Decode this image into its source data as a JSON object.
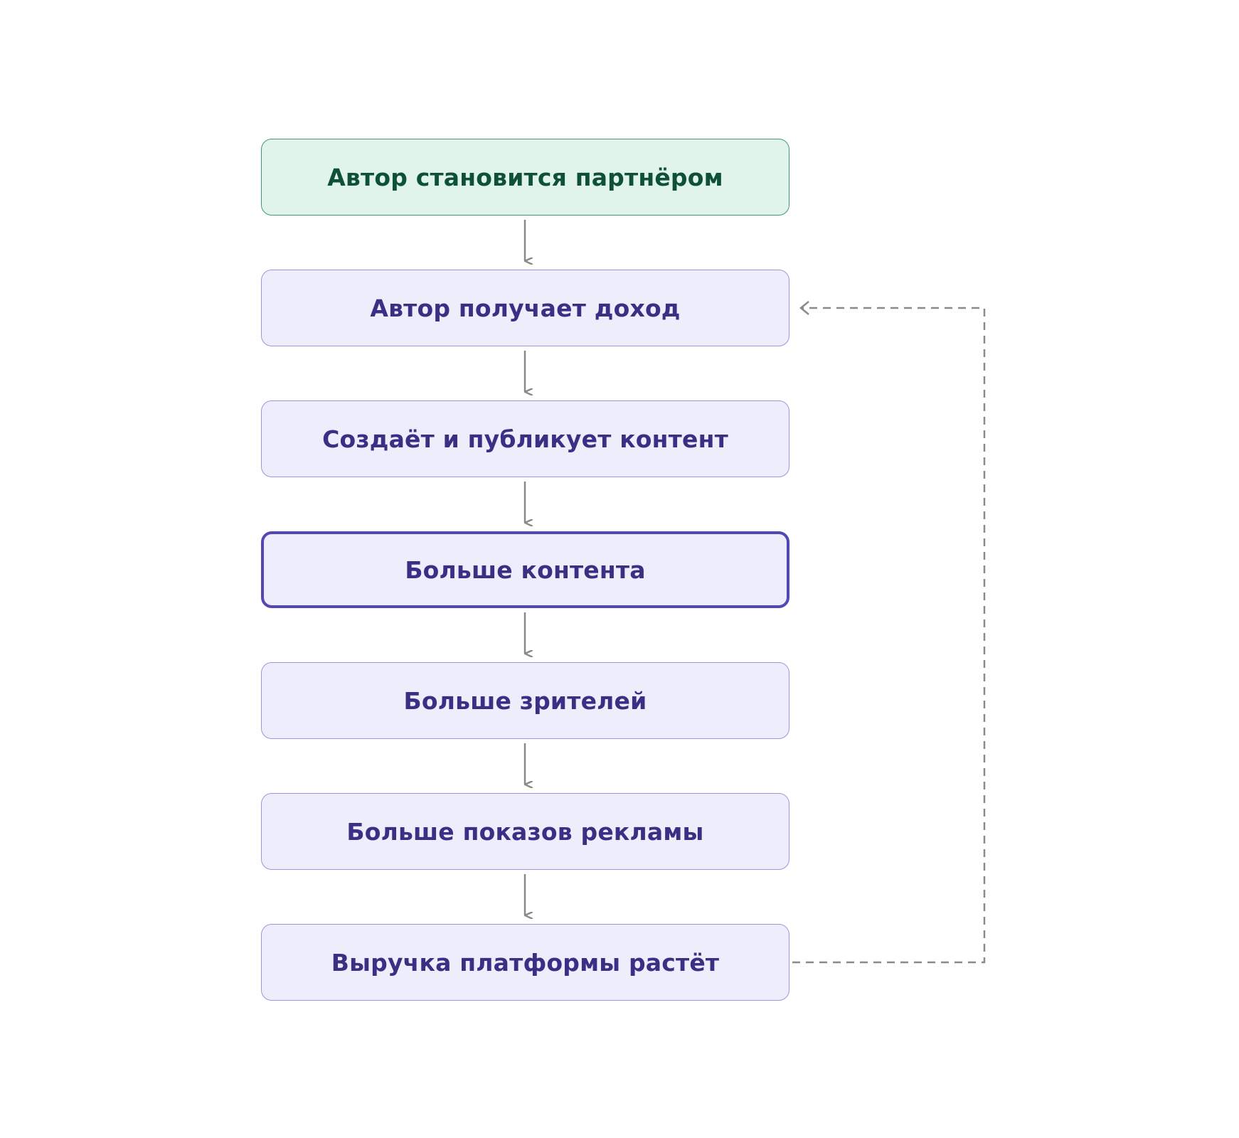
{
  "nodes": [
    {
      "id": "n0",
      "label": "Автор становится партнёром",
      "kind": "start"
    },
    {
      "id": "n1",
      "label": "Автор получает доход",
      "kind": "step"
    },
    {
      "id": "n2",
      "label": "Создаёт и публикует контент",
      "kind": "step"
    },
    {
      "id": "n3",
      "label": "Больше контента",
      "kind": "focus"
    },
    {
      "id": "n4",
      "label": "Больше зрителей",
      "kind": "step"
    },
    {
      "id": "n5",
      "label": "Больше показов рекламы",
      "kind": "step"
    },
    {
      "id": "n6",
      "label": "Выручка платформы растёт",
      "kind": "step"
    }
  ],
  "edges": [
    {
      "from": "n0",
      "to": "n1",
      "style": "solid"
    },
    {
      "from": "n1",
      "to": "n2",
      "style": "solid"
    },
    {
      "from": "n2",
      "to": "n3",
      "style": "solid"
    },
    {
      "from": "n3",
      "to": "n4",
      "style": "solid"
    },
    {
      "from": "n4",
      "to": "n5",
      "style": "solid"
    },
    {
      "from": "n5",
      "to": "n6",
      "style": "solid"
    },
    {
      "from": "n6",
      "to": "n1",
      "style": "dashed"
    }
  ],
  "colors": {
    "start_fill": "#e0f4ec",
    "start_border": "#3f9a74",
    "start_text": "#0f5138",
    "step_fill": "#eeedfb",
    "step_border": "#9d94dc",
    "step_text": "#3a2f85",
    "focus_border": "#5347b8",
    "arrow": "#8a8a86"
  }
}
